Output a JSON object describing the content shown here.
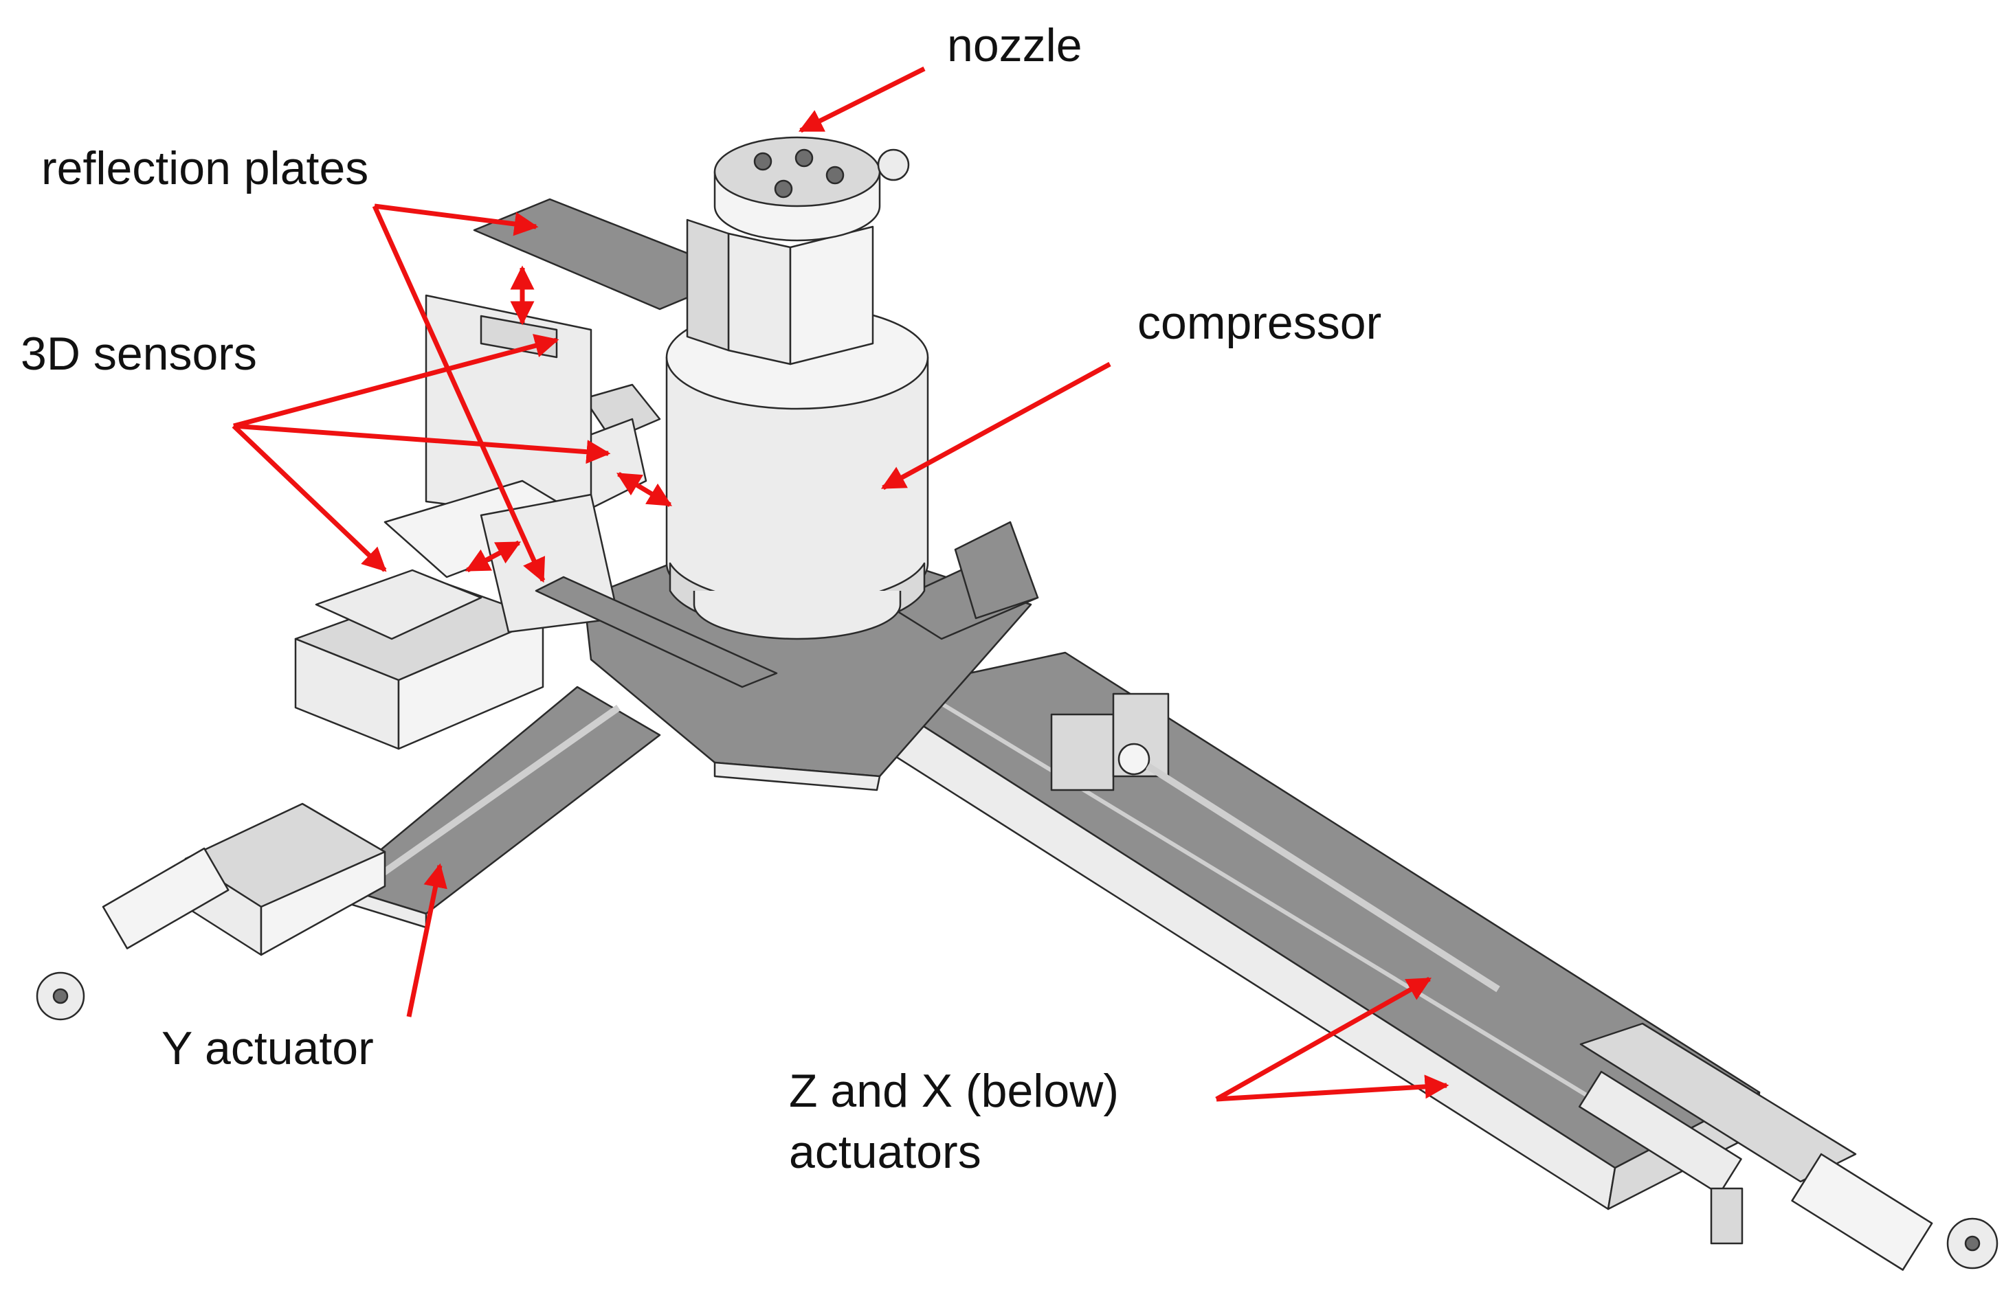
{
  "labels": {
    "nozzle": "nozzle",
    "reflection_plates": "reflection plates",
    "sensors_3d": "3D sensors",
    "compressor": "compressor",
    "y_actuator": "Y actuator",
    "zx_line1": "Z and X (below)",
    "zx_line2": "actuators"
  },
  "colors": {
    "annotation_arrows": "#ee1111",
    "label_text": "#111111",
    "part_outline": "#2a2a2a",
    "background": "#ffffff"
  }
}
